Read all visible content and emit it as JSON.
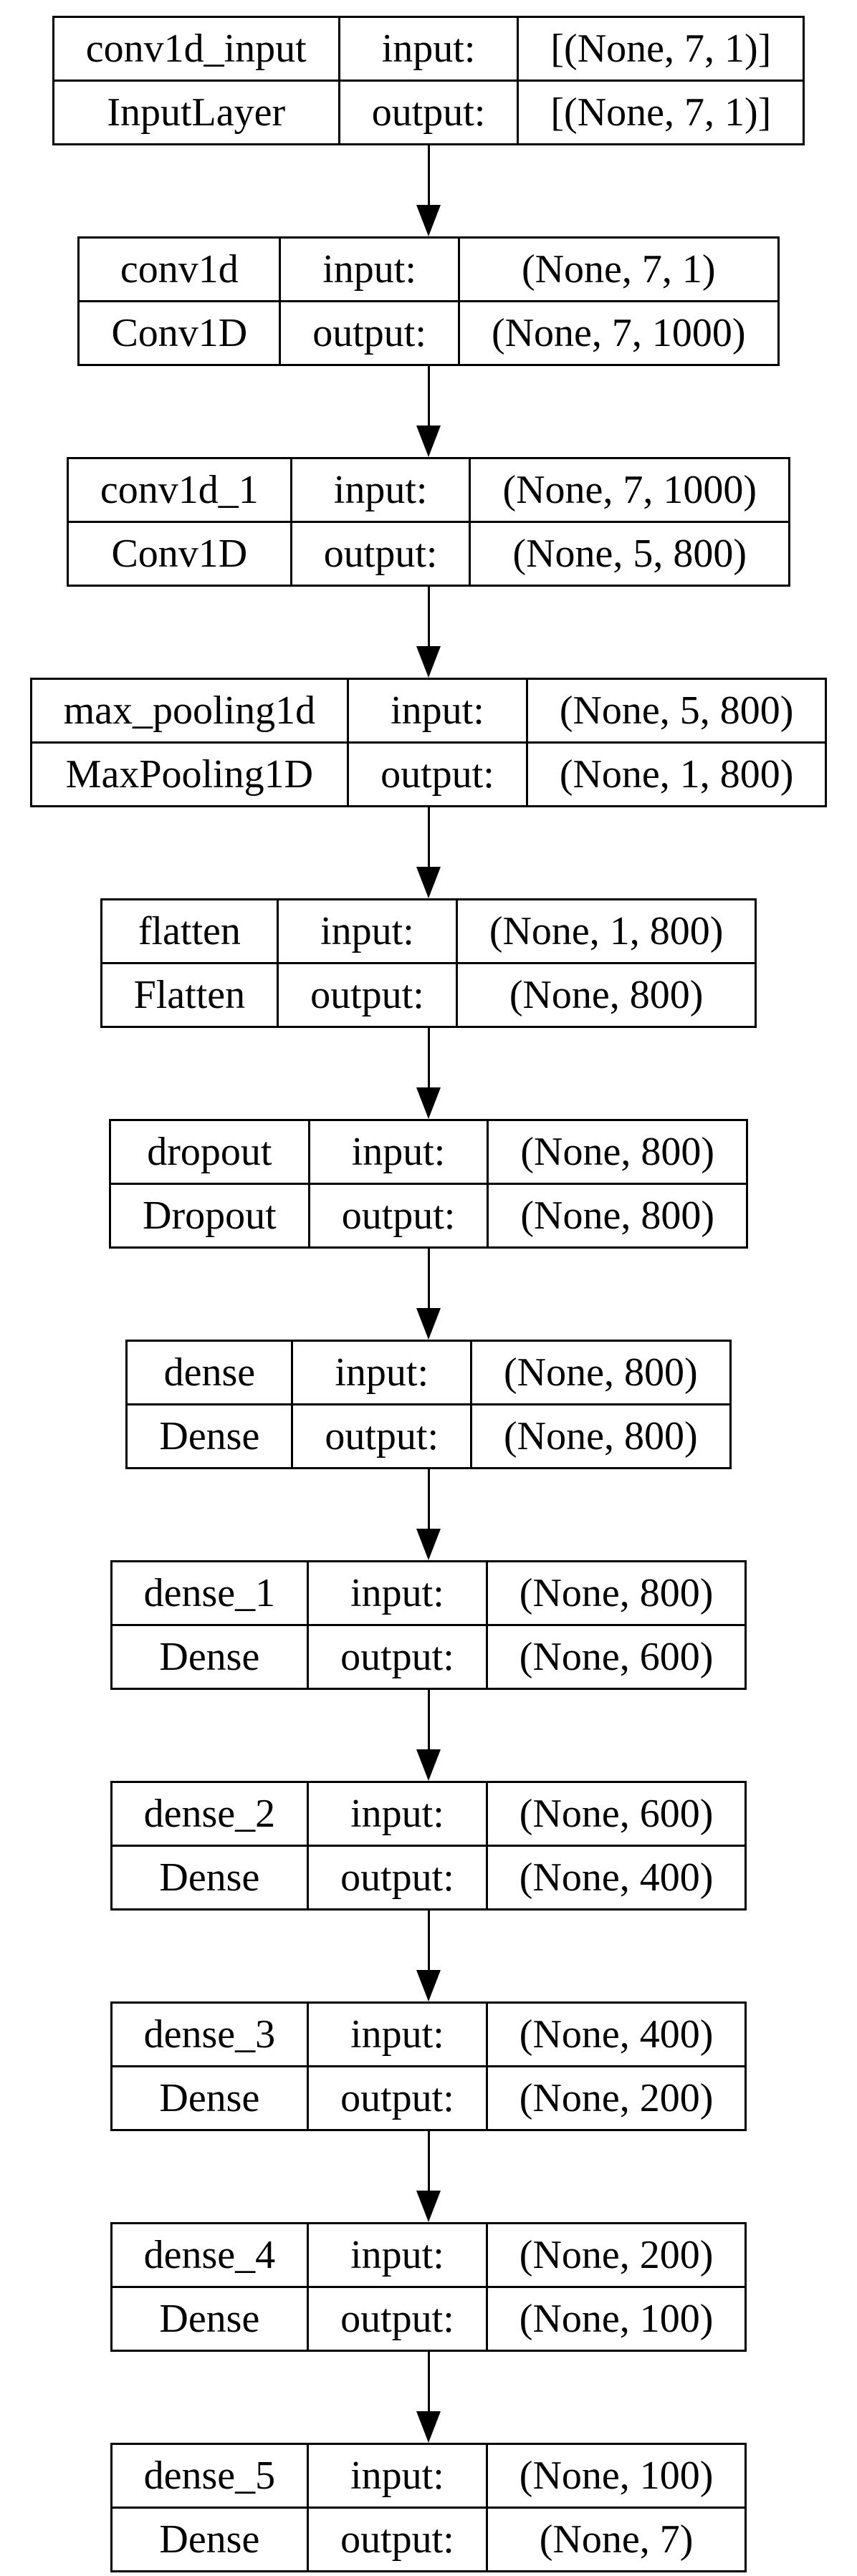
{
  "diagram": {
    "background_color": "#ffffff",
    "border_color": "#000000",
    "text_color": "#000000",
    "io_labels": {
      "input": "input:",
      "output": "output:"
    },
    "layers": [
      {
        "name": "conv1d_input",
        "type": "InputLayer",
        "input_shape": "[(None, 7, 1)]",
        "output_shape": "[(None, 7, 1)]"
      },
      {
        "name": "conv1d",
        "type": "Conv1D",
        "input_shape": "(None, 7, 1)",
        "output_shape": "(None, 7, 1000)"
      },
      {
        "name": "conv1d_1",
        "type": "Conv1D",
        "input_shape": "(None, 7, 1000)",
        "output_shape": "(None, 5, 800)"
      },
      {
        "name": "max_pooling1d",
        "type": "MaxPooling1D",
        "input_shape": "(None, 5, 800)",
        "output_shape": "(None, 1, 800)"
      },
      {
        "name": "flatten",
        "type": "Flatten",
        "input_shape": "(None, 1, 800)",
        "output_shape": "(None, 800)"
      },
      {
        "name": "dropout",
        "type": "Dropout",
        "input_shape": "(None, 800)",
        "output_shape": "(None, 800)"
      },
      {
        "name": "dense",
        "type": "Dense",
        "input_shape": "(None, 800)",
        "output_shape": "(None, 800)"
      },
      {
        "name": "dense_1",
        "type": "Dense",
        "input_shape": "(None, 800)",
        "output_shape": "(None, 600)"
      },
      {
        "name": "dense_2",
        "type": "Dense",
        "input_shape": "(None, 600)",
        "output_shape": "(None, 400)"
      },
      {
        "name": "dense_3",
        "type": "Dense",
        "input_shape": "(None, 400)",
        "output_shape": "(None, 200)"
      },
      {
        "name": "dense_4",
        "type": "Dense",
        "input_shape": "(None, 200)",
        "output_shape": "(None, 100)"
      },
      {
        "name": "dense_5",
        "type": "Dense",
        "input_shape": "(None, 100)",
        "output_shape": "(None, 7)"
      }
    ]
  }
}
